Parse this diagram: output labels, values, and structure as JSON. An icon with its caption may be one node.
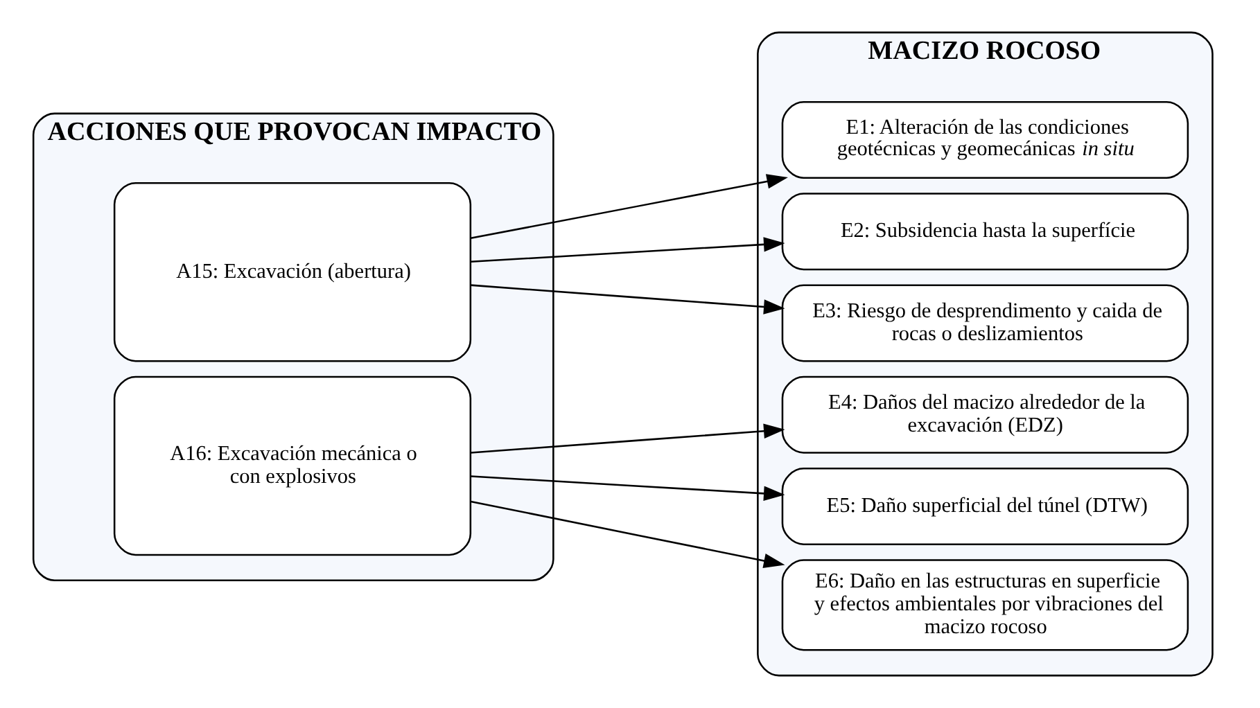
{
  "diagram": {
    "nodes": [
      {
        "text": [
          "ACCIONES QUE PROVOCAN IMPACTO"
        ]
      },
      {
        "text": [
          "A15: Excavación (abertura)"
        ],
        "in": 0
      },
      {
        "text": [
          "A16: Excavación mecánica o con explosivos"
        ],
        "in": 0
      },
      {
        "text": [
          "MACIZO ROCOSO"
        ]
      },
      {
        "text": [
          "E1: Alteración de las condiciones geotécnicas y geomecánicas *in situ*"
        ],
        "in": 3
      },
      {
        "text": [
          "E2: Subsidencia hasta la superfície"
        ],
        "in": 3
      },
      {
        "text": [
          "E3: Riesgo de desprendimento y caida de rocas o deslizamientos"
        ],
        "in": 3
      },
      {
        "text": [
          "E4: Daños del macizo alrededor de la excavación (EDZ)"
        ],
        "in": 3
      },
      {
        "text": [
          "E5: Daño superficial del túnel (DTW)"
        ],
        "in": 3
      },
      {
        "text": [
          "E6: Daño en las estructuras en superficie y efectos ambientales por vibraciones del macizo rocoso"
        ],
        "in": 3
      }
    ],
    "edges": [
      {
        "from": 1,
        "to": 4,
        "arrow": "to"
      },
      {
        "from": 1,
        "to": 5,
        "arrow": "to"
      },
      {
        "from": 1,
        "to": 6,
        "arrow": "to"
      },
      {
        "from": 2,
        "to": 7,
        "arrow": "to"
      },
      {
        "from": 2,
        "to": 8,
        "arrow": "to"
      },
      {
        "from": 2,
        "to": 9,
        "arrow": "to"
      }
    ]
  }
}
